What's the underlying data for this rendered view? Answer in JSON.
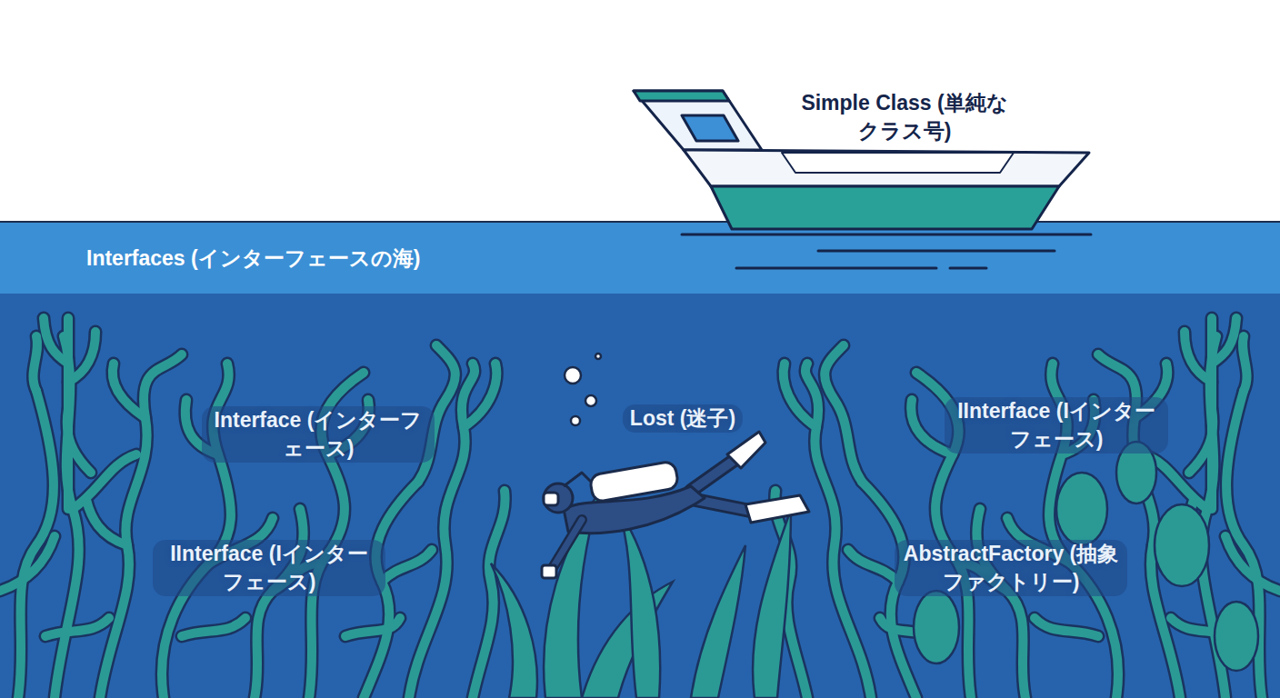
{
  "diagram": {
    "nodes": [
      {
        "text": [
          "Interfaces (インターフェースの海)"
        ]
      },
      {
        "text": [
          "Simple Class (単純なクラス号)"
        ]
      }
    ],
    "labels": [
      "Interface (インターフェース)",
      "Lost (迷子)",
      "IInterface (Iインターフェース)",
      "IInterface (Iインターフェース)",
      "AbstractFactory (抽象ファクトリー)"
    ]
  }
}
